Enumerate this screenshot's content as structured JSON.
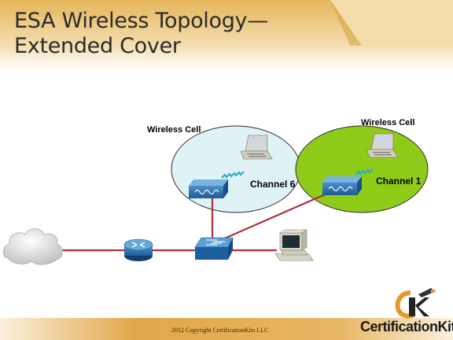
{
  "slide": {
    "title_line1": "ESA Wireless Topology—",
    "title_line2": "Extended Cover"
  },
  "diagram": {
    "cells": [
      {
        "label": "Wireless Cell",
        "channel": "Channel 6",
        "color": "#dff3f6"
      },
      {
        "label": "Wireless Cell",
        "channel": "Channel 1",
        "color": "#8fcc1a"
      }
    ],
    "icons": [
      "cloud-icon",
      "router-icon",
      "switch-icon",
      "desktop-icon",
      "access-point-icon",
      "laptop-icon"
    ],
    "link_color": "#b0303f"
  },
  "footer": {
    "copyright": "2012 Copyright CertificationKits LLC",
    "logo_text": "CertificationKits",
    "footer_color": "#e1a74a"
  }
}
